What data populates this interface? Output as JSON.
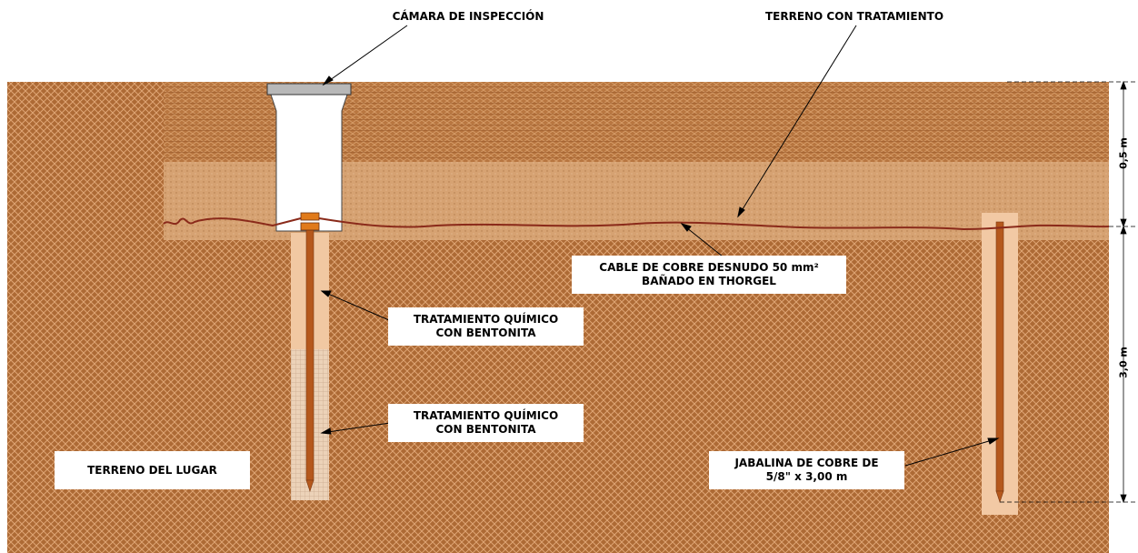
{
  "labels": {
    "camera": "CÁMARA DE INSPECCIÓN",
    "treated_soil": "TERRENO CON TRATAMIENTO",
    "cable_line1": "CABLE DE COBRE DESNUDO 50 mm²",
    "cable_line2": "BAÑADO EN THORGEL",
    "treatment1_line1": "TRATAMIENTO QUÍMICO",
    "treatment1_line2": "CON BENTONITA",
    "treatment2_line1": "TRATAMIENTO QUÍMICO",
    "treatment2_line2": "CON BENTONITA",
    "local_soil": "TERRENO DEL LUGAR",
    "rod_line1": "JABALINA DE COBRE DE",
    "rod_line2": "5/8\" x 3,00 m"
  },
  "dimensions": {
    "top_layer": "0,5 m",
    "rod_depth": "3,0 m"
  },
  "colors": {
    "soil": "#b06a32",
    "soil_hatch": "#e0a878",
    "treated_layer": "#d9a070",
    "rod": "#b5581c",
    "cable": "#8a2a1a",
    "bentonite": "#f2c9a4",
    "clamp": "#e07a1a"
  }
}
